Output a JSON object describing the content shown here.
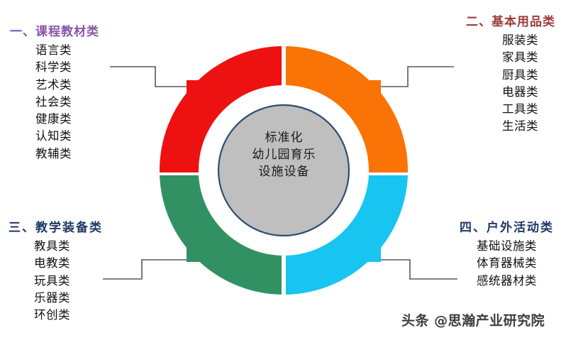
{
  "center": {
    "lines": [
      "标准化",
      "幼儿园育乐",
      "设施设备"
    ],
    "fill": "#BFBFBF",
    "stroke": "#2F4F6F"
  },
  "donut": {
    "segments": [
      {
        "key": "red",
        "color": "#EE1111",
        "position": "top-left",
        "group": 1
      },
      {
        "key": "orange",
        "color": "#F97306",
        "position": "top-right",
        "group": 2
      },
      {
        "key": "green",
        "color": "#329163",
        "position": "bottom-left",
        "group": 3
      },
      {
        "key": "blue",
        "color": "#18C4F0",
        "position": "bottom-right",
        "group": 4
      }
    ]
  },
  "groups": [
    {
      "index": "一、",
      "title": "课程教材类",
      "color": "#8855AA",
      "items": [
        "语言类",
        "科学类",
        "艺术类",
        "社会类",
        "健康类",
        "认知类",
        "教辅类"
      ]
    },
    {
      "index": "二、",
      "title": "基本用品类",
      "color": "#9C3B3B",
      "items": [
        "服装类",
        "家具类",
        "厨具类",
        "电器类",
        "工具类",
        "生活类"
      ]
    },
    {
      "index": "三、",
      "title": "教学装备类",
      "color": "#1F3864",
      "items": [
        "教具类",
        "电教类",
        "玩具类",
        "乐器类",
        "环创类"
      ]
    },
    {
      "index": "四、",
      "title": "户外活动类",
      "color": "#1F3864",
      "items": [
        "基础设施类",
        "体育器械类",
        "感统器材类"
      ]
    }
  ],
  "watermark": {
    "text": "头条 @思瀚产业研究院"
  },
  "chart_data": {
    "type": "pie",
    "title": "标准化幼儿园育乐设施设备",
    "categories": [
      "课程教材类",
      "基本用品类",
      "教学装备类",
      "户外活动类"
    ],
    "values": [
      25,
      25,
      25,
      25
    ],
    "colors": [
      "#EE1111",
      "#F97306",
      "#329163",
      "#18C4F0"
    ],
    "legend": "none",
    "notes": "Four equal quadrant segments of a donut; each quadrant links to a labelled category list."
  }
}
